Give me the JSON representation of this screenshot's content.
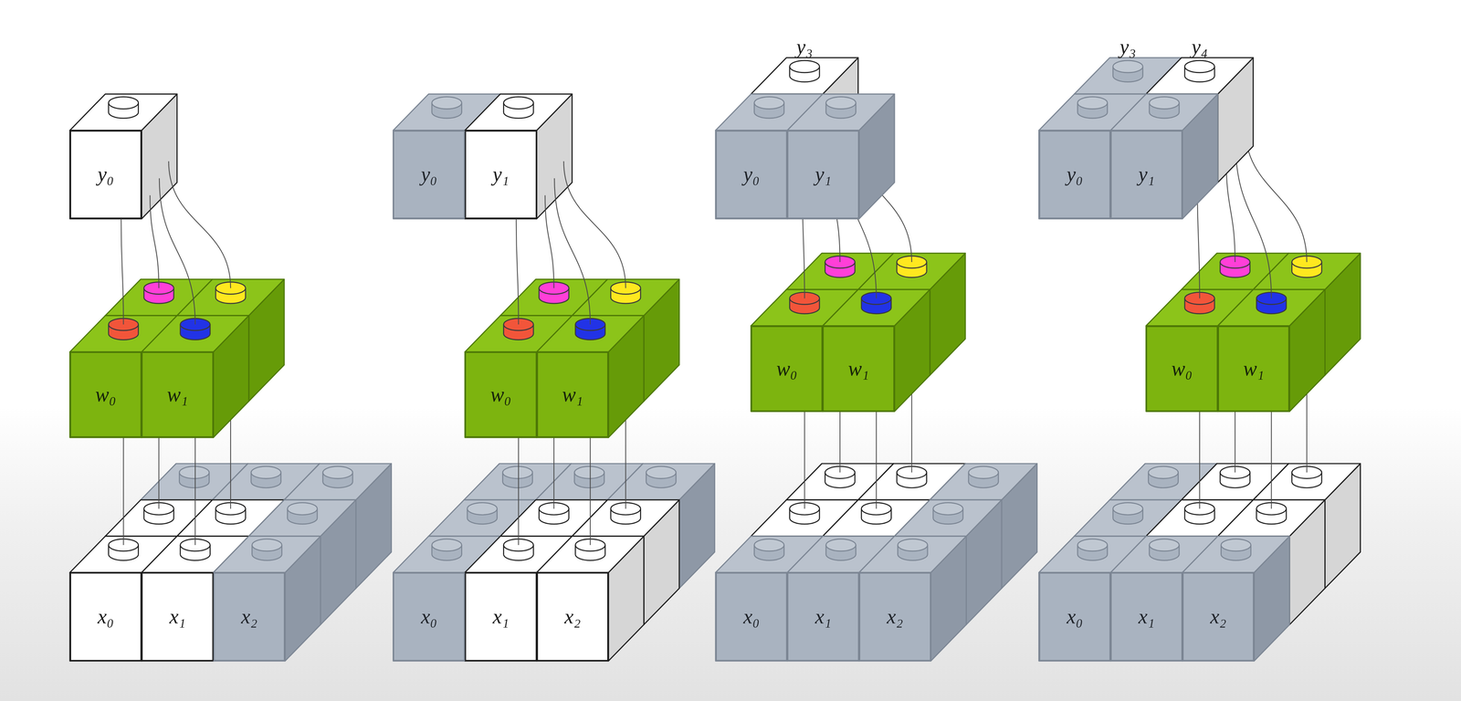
{
  "diagram": {
    "nodes": [
      {
        "text": [
          "y₀"
        ]
      },
      {
        "text": [
          "w₀"
        ]
      },
      {
        "text": [
          "w₁"
        ]
      },
      {
        "text": [
          "x₀"
        ]
      },
      {
        "text": [
          "x₁"
        ]
      },
      {
        "text": [
          "x₂"
        ]
      },
      {
        "text": [
          "y₀"
        ]
      },
      {
        "text": [
          "y₁"
        ]
      },
      {
        "text": [
          "w₀"
        ]
      },
      {
        "text": [
          "w₁"
        ]
      },
      {
        "text": [
          "x₀"
        ]
      },
      {
        "text": [
          "x₁"
        ]
      },
      {
        "text": [
          "x₂"
        ]
      },
      {
        "text": [
          "y₀"
        ]
      },
      {
        "text": [
          "y₁"
        ]
      },
      {
        "text": [
          "w₀"
        ]
      },
      {
        "text": [
          "w₁"
        ]
      },
      {
        "text": [
          "x₀"
        ]
      },
      {
        "text": [
          "x₁"
        ]
      },
      {
        "text": [
          "x₂"
        ]
      },
      {
        "text": [
          "y₀"
        ]
      },
      {
        "text": [
          "y₁"
        ]
      },
      {
        "text": [
          "w₀"
        ]
      },
      {
        "text": [
          "w₁"
        ]
      },
      {
        "text": [
          "x₀"
        ]
      },
      {
        "text": [
          "x₁"
        ]
      },
      {
        "text": [
          "x₂"
        ]
      }
    ],
    "labels": [
      "y₃",
      "y₃",
      "y₄"
    ]
  }
}
